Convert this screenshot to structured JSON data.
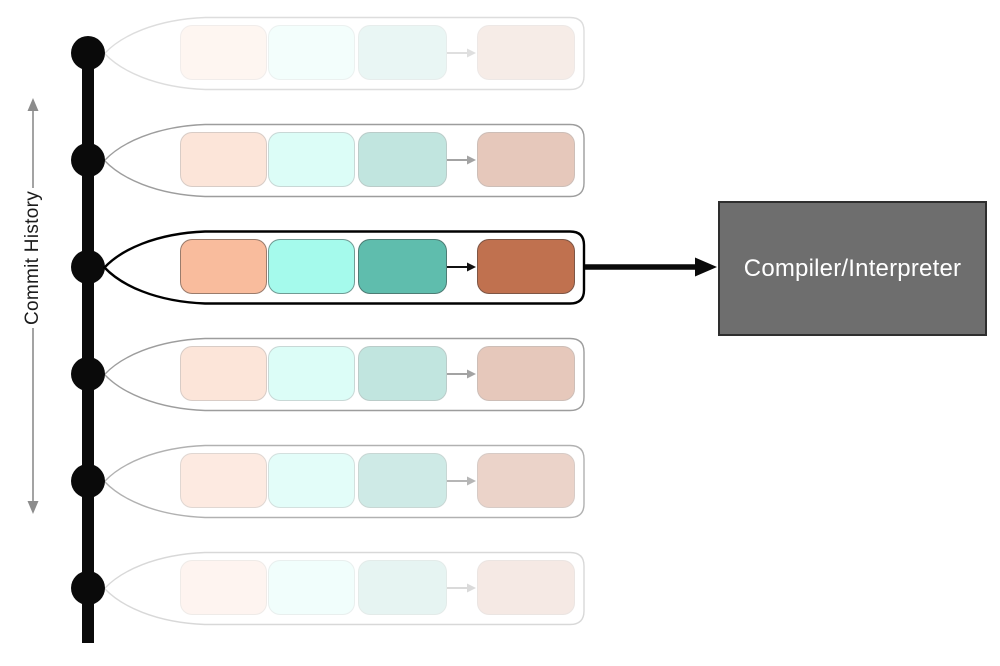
{
  "axis": {
    "label": "Commit History",
    "arrow_color": "#8C8C8C"
  },
  "timeline": {
    "color": "#0A0A0A",
    "commit_count": 6
  },
  "pipeline": {
    "tag_fill": "#FFFFFF",
    "box_colors": [
      "#F9BC9D",
      "#A5FAEC",
      "#5FBDAD",
      "#C0714F"
    ],
    "arrow_color": "#111111"
  },
  "rows": [
    {
      "opacity": 0.13,
      "highlighted": false
    },
    {
      "opacity": 0.38,
      "highlighted": false
    },
    {
      "opacity": 1,
      "highlighted": true
    },
    {
      "opacity": 0.38,
      "highlighted": false
    },
    {
      "opacity": 0.3,
      "highlighted": false
    },
    {
      "opacity": 0.15,
      "highlighted": false
    }
  ],
  "compiler": {
    "label": "Compiler/Interpreter",
    "background": "#6E6E6E",
    "text_color": "#FFFFFF"
  },
  "main_arrow_color": "#0A0A0A"
}
